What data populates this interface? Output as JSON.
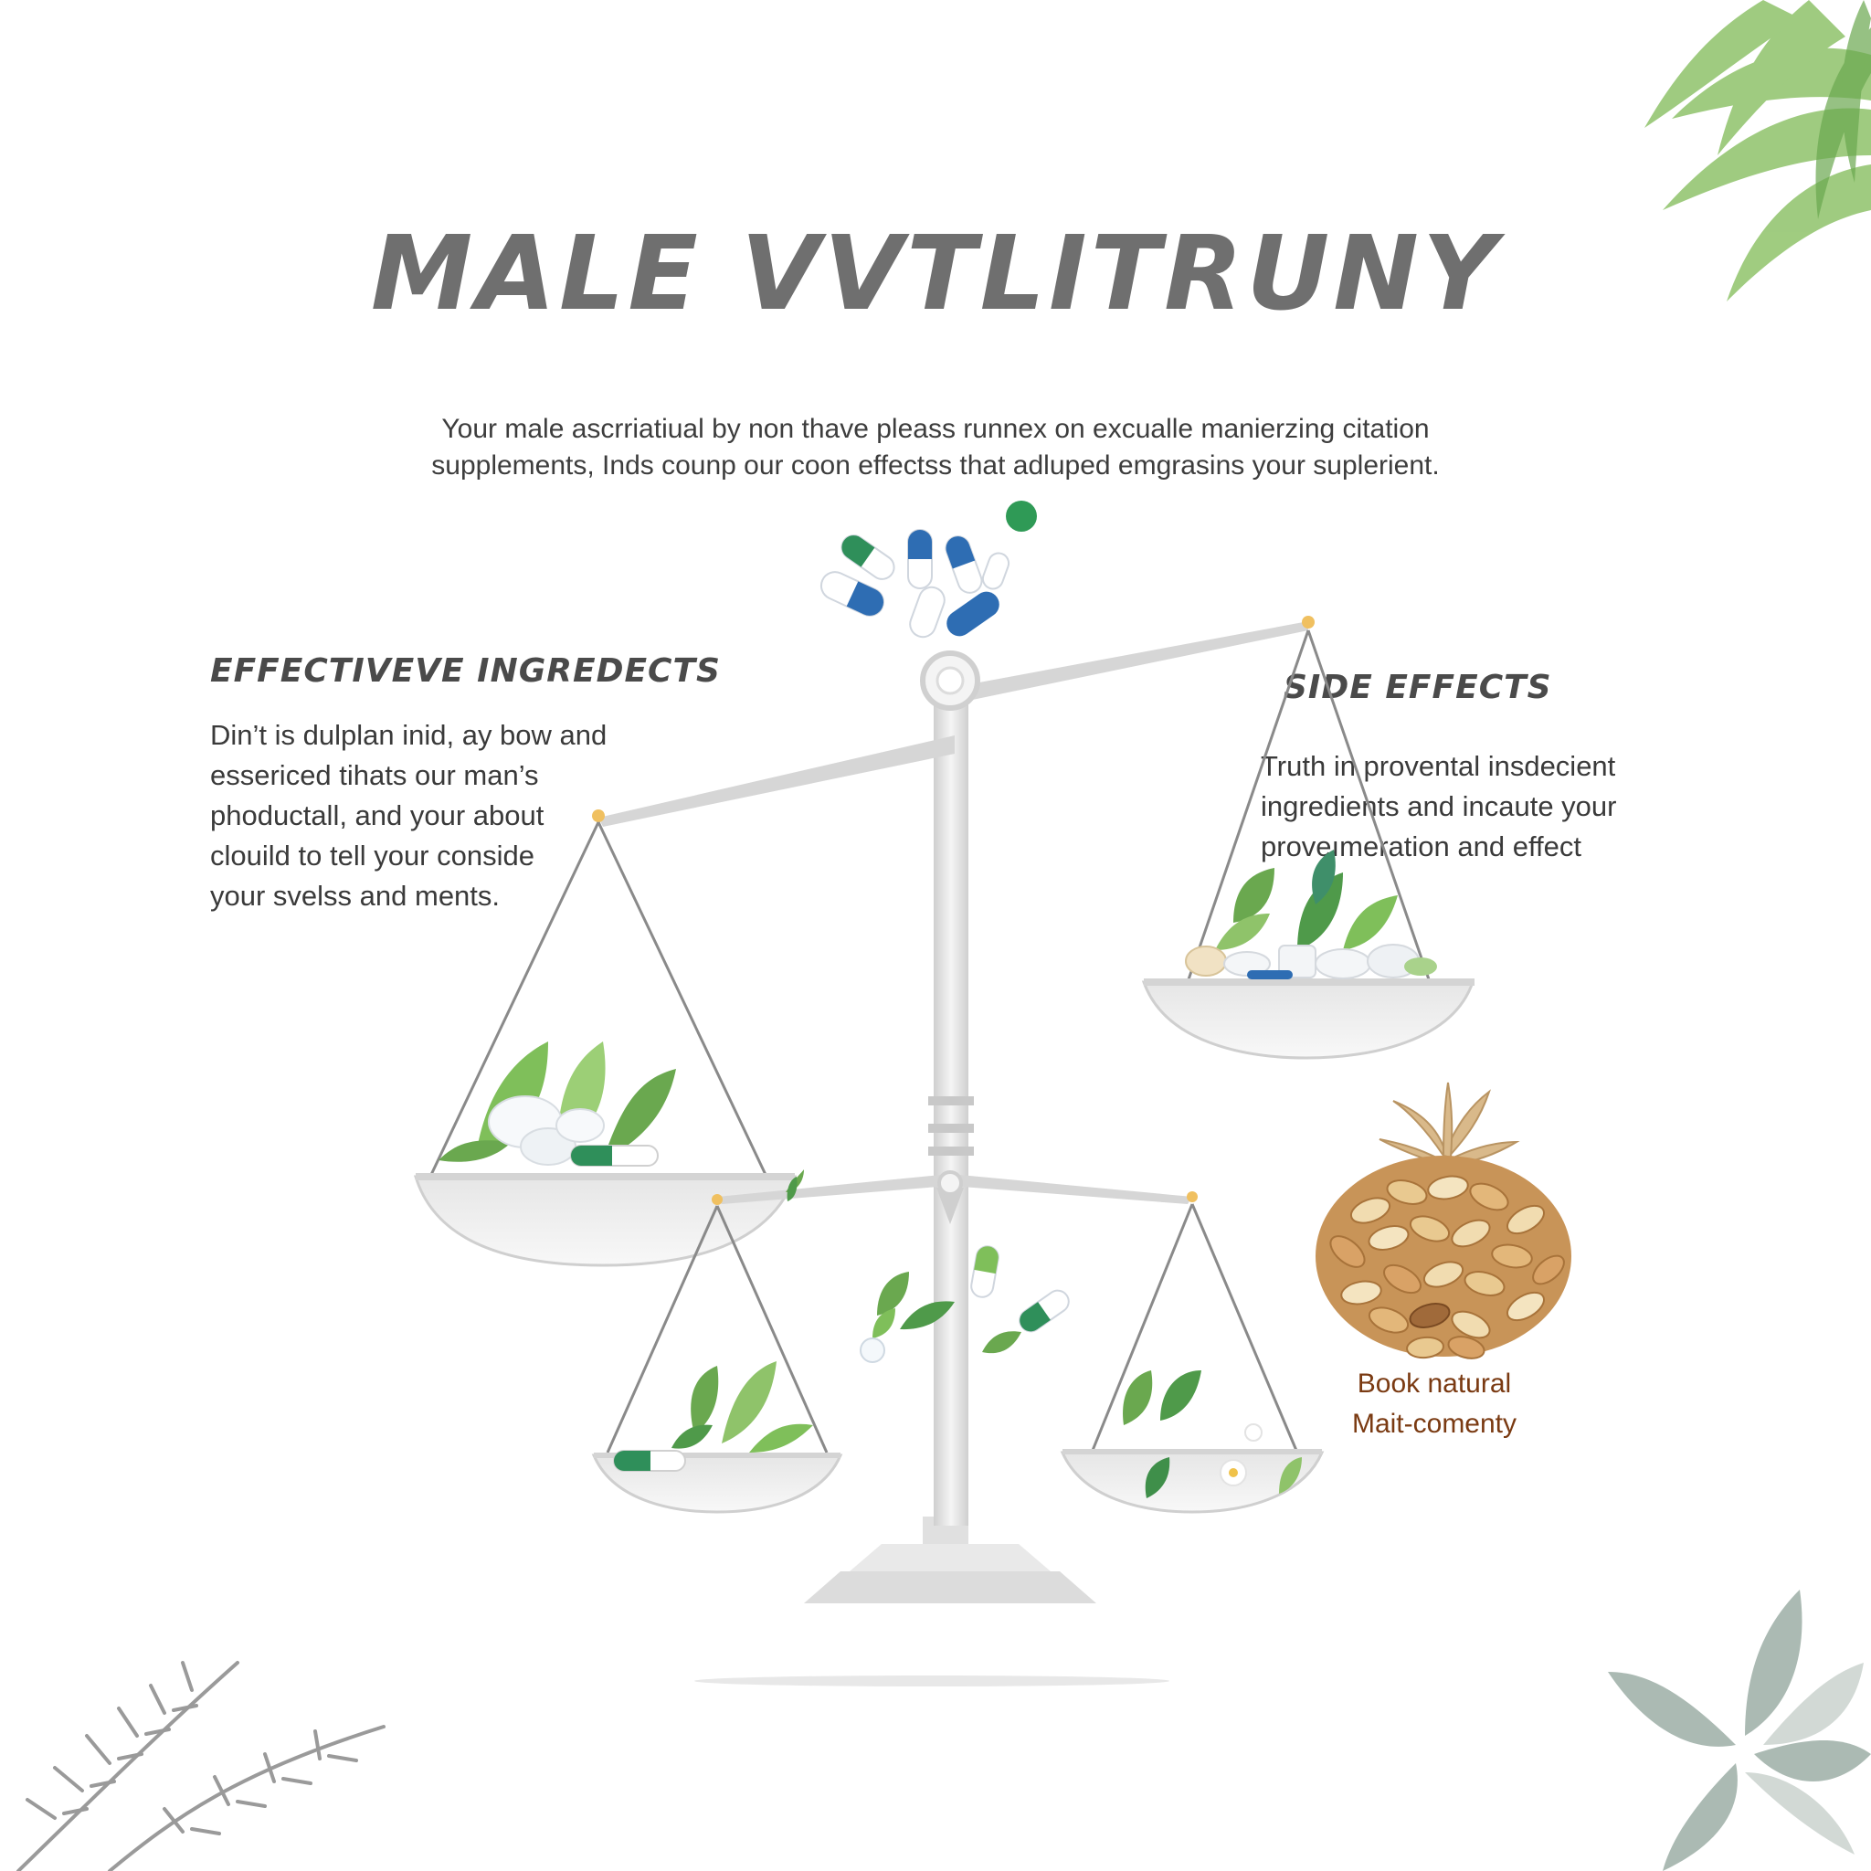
{
  "title": "MALE VVTLITRUNY",
  "intro": {
    "line1": "Your male ascrriatiual by non thave pleass runnex on excualle manierzing citation",
    "line2": "supplements, Inds counp our coon effectss that adluped emgrasins your suplerient."
  },
  "left_panel": {
    "heading": "EFFECTIVEVE INGREDECTS",
    "lines": [
      "Din’t is dulplan inid, ay bow and",
      "essericed tihats our man’s",
      "phoductall, and your about",
      "clouild to tell your conside",
      "your svelss and ments."
    ]
  },
  "right_panel": {
    "heading": "SIDE EFFECTS",
    "lines": [
      "Truth in provental insdecient",
      "ingredients and incaute your",
      "proveımeration and effect"
    ]
  },
  "caption": {
    "line1": "Book natural",
    "line2": "Mait-comenty"
  },
  "colors": {
    "background": "#ffffff",
    "title": "#6f6f6f",
    "caption": "#7a3a12",
    "capsule_blue": "#2e6db3",
    "capsule_green": "#2f8f5a",
    "leaf_green": "#6fb24a",
    "scale_silver": "#d9d9d9"
  },
  "icons": [
    "leaf-cluster-icon",
    "scale-illustration",
    "capsule-icon",
    "nut-bundle-icon",
    "fern-icon"
  ]
}
